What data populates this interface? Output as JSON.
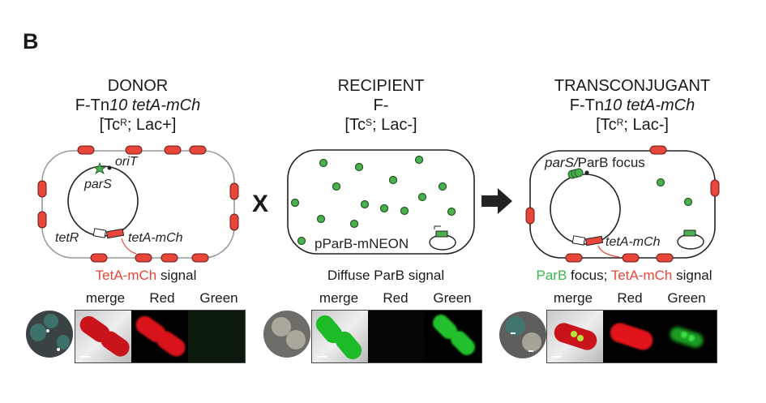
{
  "panel_label": "B",
  "colors": {
    "red_accent": "#e8463a",
    "green_accent": "#3bb84a",
    "arrow": "#222222"
  },
  "operators": {
    "cross": "X",
    "arrow": "right-arrow"
  },
  "donor": {
    "title": "DONOR",
    "genotype_prefix": "F-Tn",
    "genotype_italic": "10 tetA-mCh",
    "phenotype_open": "[Tc",
    "phenotype_sup": "R",
    "phenotype_rest": "; Lac+]",
    "labels": {
      "oriT": "oriT",
      "parS": "parS",
      "tetR": "tetR",
      "tetA": "tetA-mCh"
    },
    "caption_colored": "TetA-mCh",
    "caption_rest": " signal",
    "images": {
      "merge": "merge",
      "red": "Red",
      "green": "Green"
    }
  },
  "recipient": {
    "title": "RECIPIENT",
    "genotype": "F-",
    "phenotype_open": "[Tc",
    "phenotype_sup": "S",
    "phenotype_rest": "; Lac-]",
    "plasmid_label": "pParB-mNEON",
    "caption": "Diffuse ParB signal",
    "images": {
      "merge": "merge",
      "red": "Red",
      "green": "Green"
    }
  },
  "transconjugant": {
    "title": "TRANSCONJUGANT",
    "genotype_prefix": "F-Tn",
    "genotype_italic": "10 tetA-mCh",
    "phenotype_open": "[Tc",
    "phenotype_sup": "R",
    "phenotype_rest": "; Lac-]",
    "labels": {
      "focus_italic": "parS/",
      "focus_rest": "ParB focus",
      "tetA": "tetA-mCh"
    },
    "caption_green": "ParB",
    "caption_mid": " focus; ",
    "caption_red": "TetA-mCh",
    "caption_rest": " signal",
    "images": {
      "merge": "merge",
      "red": "Red",
      "green": "Green"
    }
  }
}
